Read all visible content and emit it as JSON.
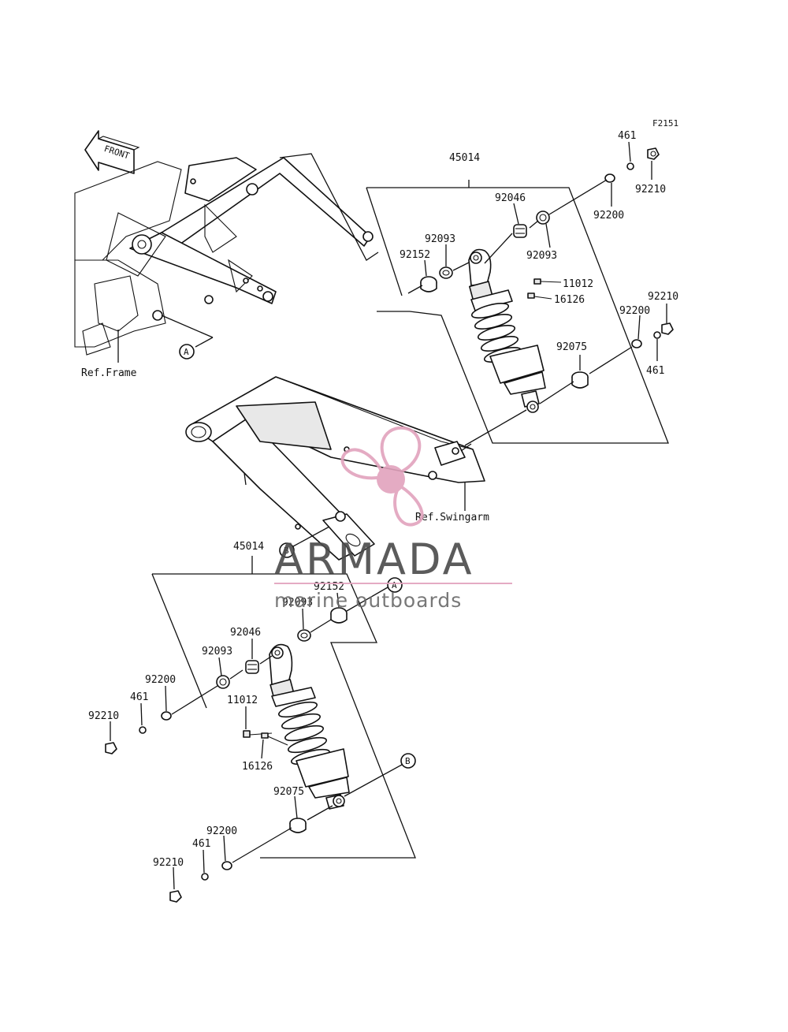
{
  "figure_code": "F2151",
  "front_label": "FRONT",
  "refs": {
    "frame": "Ref.Frame",
    "swingarm": "Ref.Swingarm"
  },
  "markers": {
    "a": "A",
    "b": "B"
  },
  "upper_assembly": {
    "shock": "45014",
    "p92046": "92046",
    "p92093_left": "92093",
    "p92093_right": "92093",
    "p92152": "92152",
    "p461_top": "461",
    "p92210_top": "92210",
    "p92200_top": "92200",
    "p11012": "11012",
    "p16126": "16126",
    "p92210_mid": "92210",
    "p92200_mid": "92200",
    "p461_mid": "461",
    "p92075": "92075"
  },
  "lower_assembly": {
    "shock": "45014",
    "p92152": "92152",
    "p92093_top": "92093",
    "p92046": "92046",
    "p92093_left": "92093",
    "p92200": "92200",
    "p461": "461",
    "p92210": "92210",
    "p11012": "11012",
    "p16126": "16126",
    "p92075": "92075",
    "p92200_bottom": "92200",
    "p461_bottom": "461",
    "p92210_bottom": "92210"
  },
  "watermark": {
    "brand": "ARMADA",
    "tagline": "marine outboards",
    "color": "#e2a3bd"
  }
}
